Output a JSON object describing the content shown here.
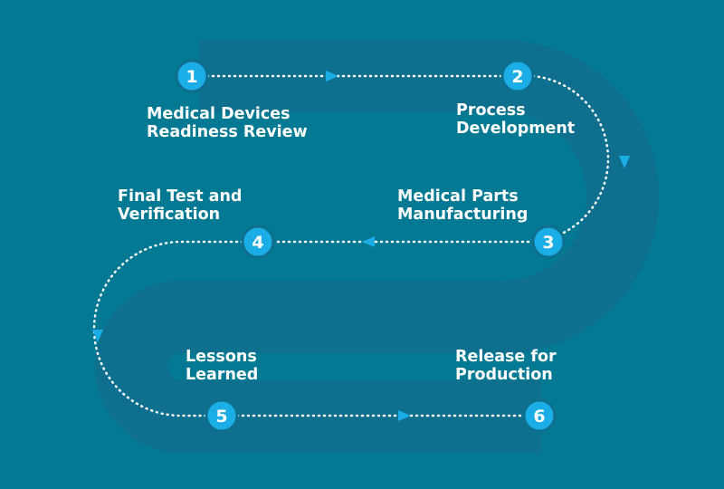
{
  "colors": {
    "background": "#037993",
    "road": "#0F6F8E",
    "accent": "#1BADE6",
    "text": "#FFFFFF"
  },
  "steps": [
    {
      "number": "1",
      "label_lines": [
        "Medical Devices",
        "Readiness Review"
      ]
    },
    {
      "number": "2",
      "label_lines": [
        "Process",
        "Development"
      ]
    },
    {
      "number": "3",
      "label_lines": [
        "Medical Parts",
        "Manufacturing"
      ]
    },
    {
      "number": "4",
      "label_lines": [
        "Final Test and",
        "Verification"
      ]
    },
    {
      "number": "5",
      "label_lines": [
        "Lessons",
        "Learned"
      ]
    },
    {
      "number": "6",
      "label_lines": [
        "Release for",
        "Production"
      ]
    }
  ],
  "connector": {
    "style": "dotted",
    "arrow_icon": "arrowhead-icon"
  }
}
